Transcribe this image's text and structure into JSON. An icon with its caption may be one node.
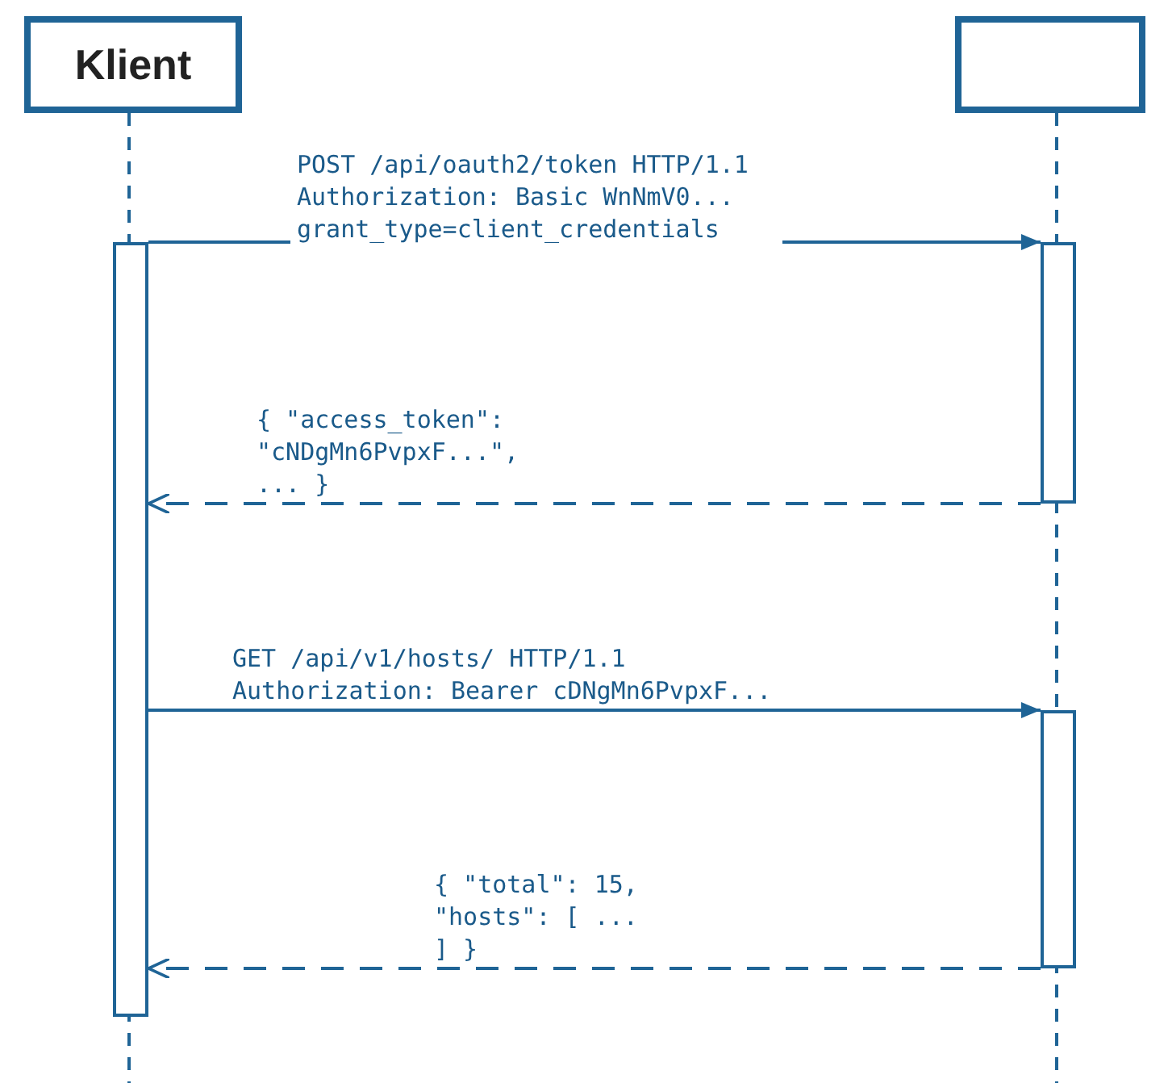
{
  "diagram": {
    "nodes": [
      {
        "text": [
          "Klient"
        ]
      },
      {
        "text": [],
        "shape": "box"
      },
      {
        "text": [],
        "shape": "bar"
      },
      {
        "text": [],
        "shape": "bar"
      },
      {
        "text": [],
        "shape": "bar"
      }
    ],
    "edges": [
      {
        "from": 2,
        "to": 3,
        "arrow": "to",
        "label": "POST /api/oauth2/token HTTP/1.1 Authorization: Basic WnNmV0... grant_type=client_credentials"
      },
      {
        "from": 3,
        "to": 2,
        "arrow": "to",
        "style": "dashed",
        "label": "{ \"access_token\": \"cNDgMn6PvpxF...\", ... }"
      },
      {
        "from": 2,
        "to": 4,
        "arrow": "to",
        "label": "GET /api/v1/hosts/ HTTP/1.1 Authorization: Bearer cDNgMn6PvpxF..."
      },
      {
        "from": 4,
        "to": 2,
        "arrow": "to",
        "style": "dashed",
        "label": "{ \"total\": 15, \"hosts\": [ ... ] }"
      }
    ]
  }
}
